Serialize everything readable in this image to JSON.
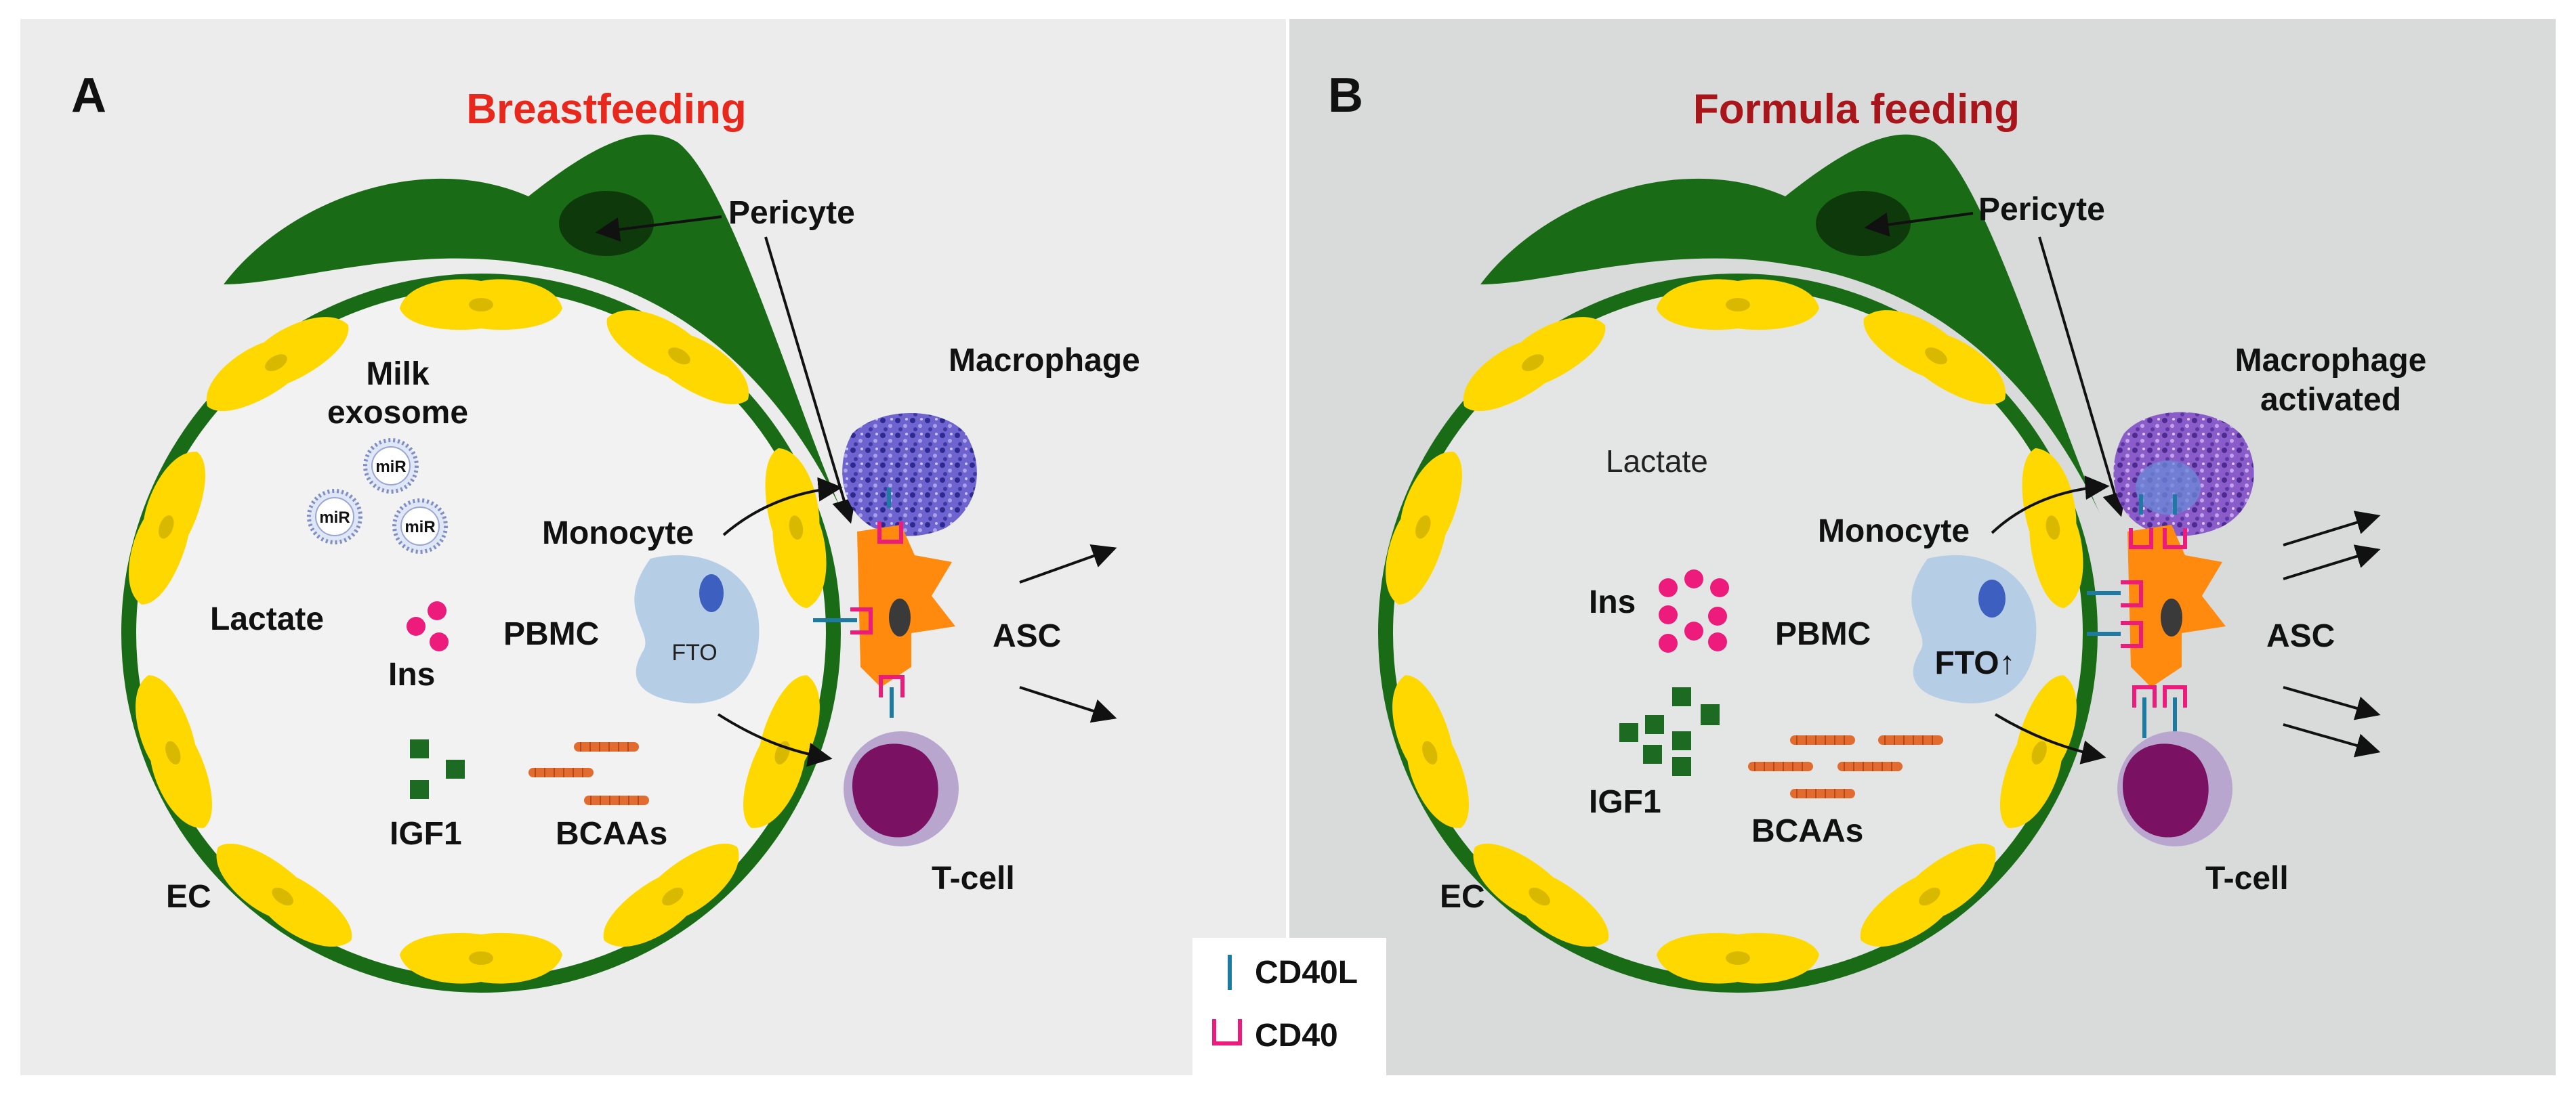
{
  "colors": {
    "panel_a_bg": "#ececec",
    "panel_b_bg": "#d9dbdb",
    "vessel": "#1a6b16",
    "endothelial": "#ffd800",
    "pericyte_nucleus": "#0e3a0b",
    "monocyte": "#b6cde6",
    "monocyte_nucleus": "#3d5fbf",
    "asc": "#ff8a0d",
    "tcell": "#7a1163",
    "tcell_halo": "#b9a6cf",
    "macrophage": "#5b4dbf",
    "insulin": "#ec1b7c",
    "igf1": "#1d6b23",
    "bcaa": "#e26b2f",
    "cd40l": "#1d7aa3",
    "cd40": "#ec1b7c",
    "title_a": "#e8281c",
    "title_b": "#a8151a"
  },
  "panel_a": {
    "letter": "A",
    "title": "Breastfeeding",
    "pericyte": "Pericyte",
    "macrophage": "Macrophage",
    "milk_exosome_line1": "Milk",
    "milk_exosome_line2": "exosome",
    "mir": "miR",
    "monocyte": "Monocyte",
    "lactate": "Lactate",
    "ins": "Ins",
    "pbmc": "PBMC",
    "fto": "FTO",
    "asc": "ASC",
    "igf1": "IGF1",
    "bcaas": "BCAAs",
    "ec": "EC",
    "tcell": "T-cell"
  },
  "panel_b": {
    "letter": "B",
    "title": "Formula feeding",
    "pericyte": "Pericyte",
    "macrophage_line1": "Macrophage",
    "macrophage_line2": "activated",
    "lactate": "Lactate",
    "monocyte": "Monocyte",
    "ins": "Ins",
    "pbmc": "PBMC",
    "fto": "FTO↑",
    "asc": "ASC",
    "igf1": "IGF1",
    "bcaas": "BCAAs",
    "ec": "EC",
    "tcell": "T-cell"
  },
  "legend": {
    "cd40l": "CD40L",
    "cd40": "CD40"
  },
  "icons": [
    "arrow-icon",
    "mir-exosome-icon",
    "cd40l-receptor-icon",
    "cd40-receptor-icon"
  ]
}
